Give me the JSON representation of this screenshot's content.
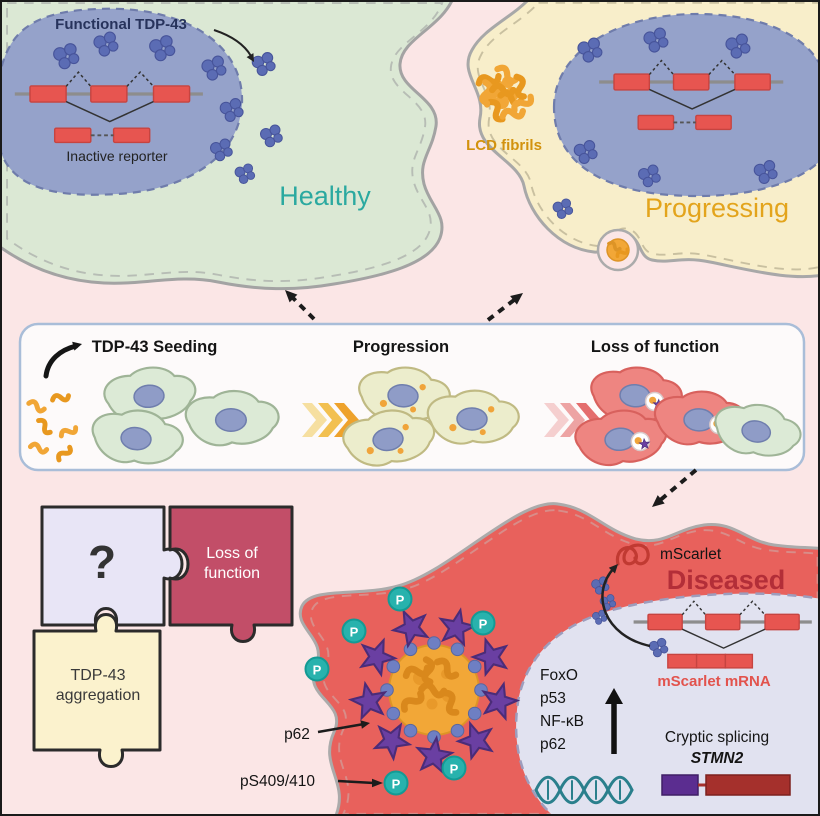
{
  "top": {
    "healthy": {
      "nucleus_label": "Functional TDP-43",
      "reporter_label": "Inactive reporter",
      "state": "Healthy"
    },
    "progressing": {
      "fibrils_label": "LCD fibrils",
      "state": "Progressing"
    }
  },
  "panel": {
    "stages": [
      "TDP-43 Seeding",
      "Progression",
      "Loss of function"
    ]
  },
  "diseased": {
    "state": "Diseased",
    "mscarlet": "mScarlet",
    "p62": "p62",
    "phospho_site": "pS409/410",
    "phospho": "P",
    "nucleus": {
      "factors": [
        "FoxO",
        "p53",
        "NF-κB",
        "p62"
      ],
      "mrna": "mScarlet mRNA",
      "cryptic": "Cryptic splicing",
      "gene": "STMN2"
    }
  },
  "puzzle": {
    "question": "?",
    "loss": "Loss of function",
    "aggregation": "TDP-43 aggregation"
  },
  "colors": {
    "background": "#fbe6e6",
    "healthy_cell": "#dbe8d4",
    "progressing_cell": "#f8eeca",
    "diseased_cell": "#e8615c",
    "nucleus_blue": "#95a2ca",
    "diseased_nucleus": "#e1e2f0",
    "tdp43_blue": "#5b6cb4",
    "fibril_orange": "#f2a737",
    "exon_red": "#e75550",
    "star_purple": "#6a3fa2",
    "phospho_teal": "#28b2ad",
    "healthy_text": "#2ba9a0",
    "progressing_text": "#e3a41c",
    "diseased_text": "#b32e38",
    "mrna_text": "#e2534d",
    "lcd_text": "#d2920e",
    "puzzle_lavender": "#e8e5f6",
    "puzzle_maroon": "#c24e68",
    "puzzle_yellow": "#fbf2cd"
  }
}
